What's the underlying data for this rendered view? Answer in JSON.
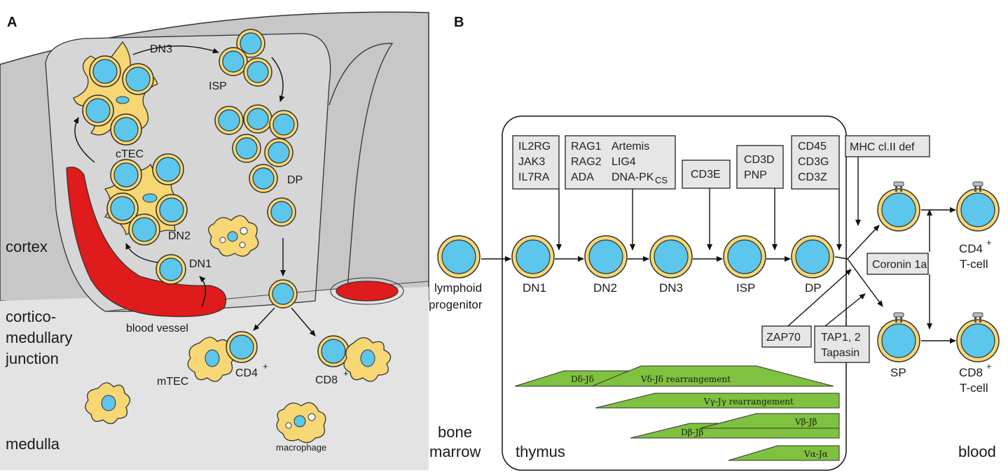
{
  "panel_a": {
    "letter": "A",
    "regions": {
      "cortex": "cortex",
      "cmj_1": "cortico-",
      "cmj_2": "medullary",
      "cmj_3": "junction",
      "medulla": "medulla"
    },
    "labels": {
      "dn3": "DN3",
      "isp": "ISP",
      "ctec": "cTEC",
      "dp": "DP",
      "dn2": "DN2",
      "dn1": "DN1",
      "blood_vessel": "blood vessel",
      "mtec": "mTEC",
      "cd4": "CD4",
      "cd8": "CD8",
      "plus": "+",
      "macrophage": "macrophage"
    }
  },
  "panel_b": {
    "letter": "B",
    "genes": {
      "g1_1": "IL2RG",
      "g1_2": "JAK3",
      "g1_3": "IL7RA",
      "g2_1": "RAG1",
      "g2_2": "RAG2",
      "g2_3": "ADA",
      "g2_4": "Artemis",
      "g2_5": "LIG4",
      "g2_6": "DNA-PK",
      "g2_6_sub": "CS",
      "g3_1": "CD3E",
      "g4_1": "CD3D",
      "g4_2": "PNP",
      "g5_1": "CD45",
      "g5_2": "CD3G",
      "g5_3": "CD3Z",
      "g6_1": "MHC cl.II def",
      "g7_1": "Coronin 1a",
      "g8_1": "ZAP70",
      "g9_1": "TAP1, 2",
      "g9_2": "Tapasin"
    },
    "stages": {
      "lp_1": "lymphoid",
      "lp_2": "progenitor",
      "dn1": "DN1",
      "dn2": "DN2",
      "dn3": "DN3",
      "isp": "ISP",
      "dp": "DP",
      "sp": "SP",
      "cd4": "CD4",
      "cd8": "CD8",
      "plus": "+",
      "tcell": "T-cell"
    },
    "compartments": {
      "bm_1": "bone",
      "bm_2": "marrow",
      "thymus": "thymus",
      "blood": "blood"
    },
    "rearrangements": {
      "dd_jd": "Dδ-Jδ",
      "vd_jd": "Vδ-Jδ rearrangement",
      "vg_jg": "Vγ-Jγ rearrangement",
      "vb_jb": "Vβ-Jβ",
      "db_jb": "Dβ-Jβ",
      "va_ja": "Vα-Jα"
    }
  },
  "colors": {
    "cell_outer": "#f7d774",
    "cell_inner": "#5cc6ec",
    "vessel": "#e01b1b",
    "bar_green": "#7ec23f",
    "gene_box": "#e6e6e6"
  }
}
